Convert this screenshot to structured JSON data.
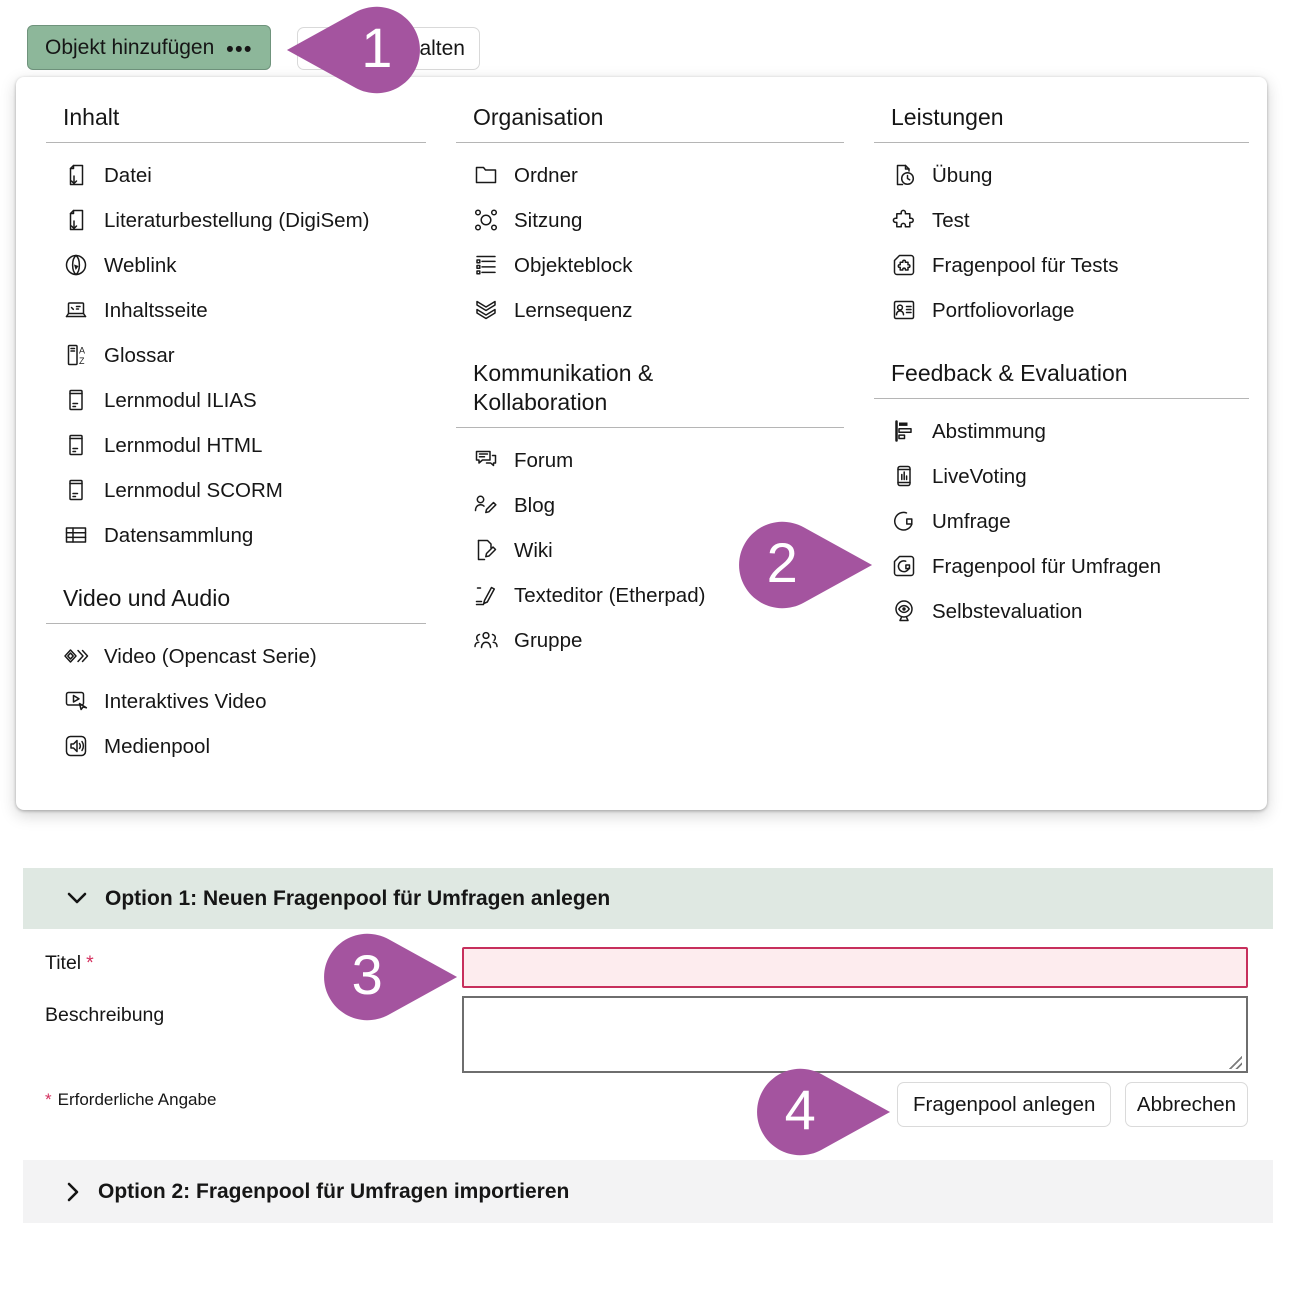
{
  "toolbar": {
    "add_object_label": "Objekt hinzufügen",
    "add_object_dots": "•••",
    "partial_button_label": "alten"
  },
  "menu": {
    "columns": [
      {
        "sections": [
          {
            "title": "Inhalt",
            "items": [
              {
                "icon": "file-download-icon",
                "label": "Datei"
              },
              {
                "icon": "file-download-icon",
                "label": "Literaturbestellung (DigiSem)"
              },
              {
                "icon": "weblink-icon",
                "label": "Weblink"
              },
              {
                "icon": "inhaltsseite-icon",
                "label": "Inhaltsseite"
              },
              {
                "icon": "glossar-icon",
                "label": "Glossar"
              },
              {
                "icon": "lernmodul-icon",
                "label": "Lernmodul ILIAS"
              },
              {
                "icon": "lernmodul-icon",
                "label": "Lernmodul HTML"
              },
              {
                "icon": "lernmodul-icon",
                "label": "Lernmodul SCORM"
              },
              {
                "icon": "datensammlung-icon",
                "label": "Datensammlung"
              }
            ]
          },
          {
            "title": "Video und Audio",
            "items": [
              {
                "icon": "opencast-icon",
                "label": "Video (Opencast Serie)"
              },
              {
                "icon": "interactive-video-icon",
                "label": "Interaktives Video"
              },
              {
                "icon": "medienpool-icon",
                "label": "Medienpool"
              }
            ]
          }
        ]
      },
      {
        "sections": [
          {
            "title": "Organisation",
            "items": [
              {
                "icon": "folder-icon",
                "label": "Ordner"
              },
              {
                "icon": "sitzung-icon",
                "label": "Sitzung"
              },
              {
                "icon": "objekteblock-icon",
                "label": "Objekteblock"
              },
              {
                "icon": "lernsequenz-icon",
                "label": "Lernsequenz"
              }
            ]
          },
          {
            "title": "Kommunikation & Kollaboration",
            "items": [
              {
                "icon": "forum-icon",
                "label": "Forum"
              },
              {
                "icon": "blog-icon",
                "label": "Blog"
              },
              {
                "icon": "wiki-icon",
                "label": "Wiki"
              },
              {
                "icon": "etherpad-icon",
                "label": "Texteditor (Etherpad)"
              },
              {
                "icon": "gruppe-icon",
                "label": "Gruppe"
              }
            ]
          }
        ]
      },
      {
        "sections": [
          {
            "title": "Leistungen",
            "items": [
              {
                "icon": "uebung-icon",
                "label": "Übung"
              },
              {
                "icon": "test-icon",
                "label": "Test"
              },
              {
                "icon": "fragenpool-test-icon",
                "label": "Fragenpool für Tests"
              },
              {
                "icon": "portfolio-icon",
                "label": "Portfoliovorlage"
              }
            ]
          },
          {
            "title": "Feedback & Evaluation",
            "items": [
              {
                "icon": "abstimmung-icon",
                "label": "Abstimmung"
              },
              {
                "icon": "livevoting-icon",
                "label": "LiveVoting"
              },
              {
                "icon": "umfrage-icon",
                "label": "Umfrage"
              },
              {
                "icon": "fragenpool-umfrage-icon",
                "label": "Fragenpool für Umfragen"
              },
              {
                "icon": "selbstevaluation-icon",
                "label": "Selbstevaluation"
              }
            ]
          }
        ]
      }
    ]
  },
  "callouts": [
    {
      "number": "1",
      "points": "left"
    },
    {
      "number": "2",
      "points": "right"
    },
    {
      "number": "3",
      "points": "right"
    },
    {
      "number": "4",
      "points": "right"
    }
  ],
  "form": {
    "option1_header": "Option 1: Neuen Fragenpool für Umfragen anlegen",
    "title_label": "Titel",
    "required_asterisk": "*",
    "title_value": "",
    "description_label": "Beschreibung",
    "description_value": "",
    "required_note_asterisk": "*",
    "required_note": "Erforderliche Angabe",
    "create_button": "Fragenpool anlegen",
    "cancel_button": "Abbrechen",
    "option2_header": "Option 2: Fragenpool für Umfragen importieren"
  },
  "colors": {
    "accent_green": "#8db79a",
    "callout_purple": "#a4549f",
    "required_red": "#d4315f",
    "input_error_bg": "#fdecee",
    "input_error_border": "#c72f5c",
    "option1_bg": "#dfe8e2",
    "option2_bg": "#f3f3f4"
  }
}
